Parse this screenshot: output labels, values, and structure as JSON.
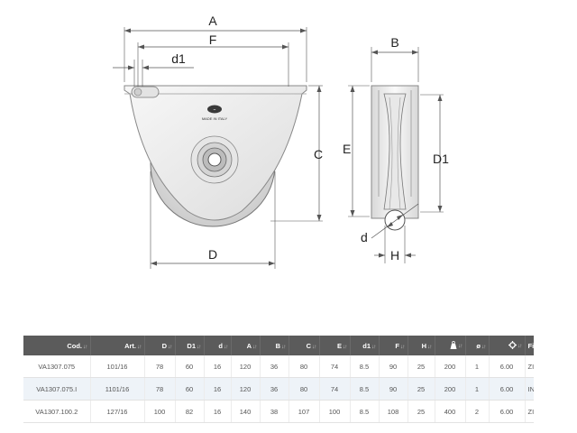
{
  "drawing": {
    "labels": {
      "A": "A",
      "F": "F",
      "d1_left": "d1",
      "C": "C",
      "D": "D",
      "B": "B",
      "E": "E",
      "D1": "D1",
      "d_small": "d",
      "H": "H"
    },
    "logo_text": "MADE IN ITALY"
  },
  "table": {
    "headers": [
      {
        "label": "Cod."
      },
      {
        "label": "Art."
      },
      {
        "label": "D"
      },
      {
        "label": "D1"
      },
      {
        "label": "d"
      },
      {
        "label": "A"
      },
      {
        "label": "B"
      },
      {
        "label": "C"
      },
      {
        "label": "E"
      },
      {
        "label": "d1"
      },
      {
        "label": "F"
      },
      {
        "label": "H"
      },
      {
        "label": "",
        "icon": "weight-icon"
      },
      {
        "label": "ø"
      },
      {
        "label": "",
        "icon": "gear-icon"
      },
      {
        "label": "Finitu"
      }
    ],
    "rows": [
      [
        "VA1307.075",
        "101/16",
        "78",
        "60",
        "16",
        "120",
        "36",
        "80",
        "74",
        "8.5",
        "90",
        "25",
        "200",
        "1",
        "6.00",
        "ZINC"
      ],
      [
        "VA1307.075.I",
        "1101/16",
        "78",
        "60",
        "16",
        "120",
        "36",
        "80",
        "74",
        "8.5",
        "90",
        "25",
        "200",
        "1",
        "6.00",
        "INOX"
      ],
      [
        "VA1307.100.2",
        "127/16",
        "100",
        "82",
        "16",
        "140",
        "38",
        "107",
        "100",
        "8.5",
        "108",
        "25",
        "400",
        "2",
        "6.00",
        "ZINC"
      ]
    ]
  }
}
